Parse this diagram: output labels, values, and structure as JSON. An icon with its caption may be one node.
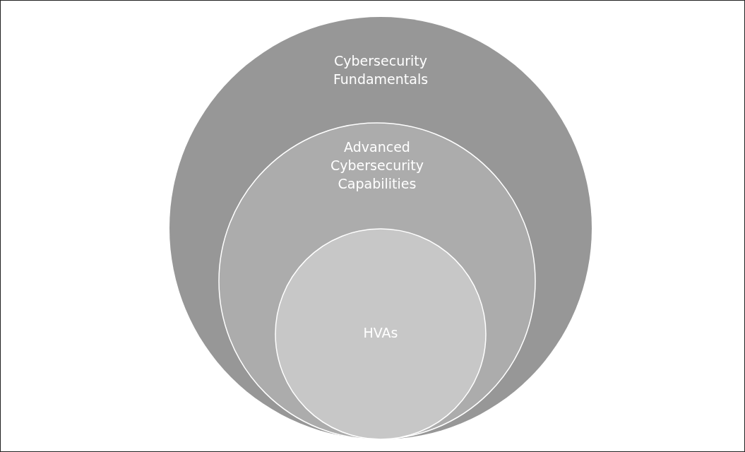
{
  "diagram": {
    "nodes": [
      {
        "text": [
          "Cybersecurity Fundamentals"
        ]
      },
      {
        "text": [
          "Advanced Cybersecurity Capabilities"
        ],
        "in": 0
      },
      {
        "text": [
          "HVAs"
        ],
        "in": 1
      }
    ]
  }
}
